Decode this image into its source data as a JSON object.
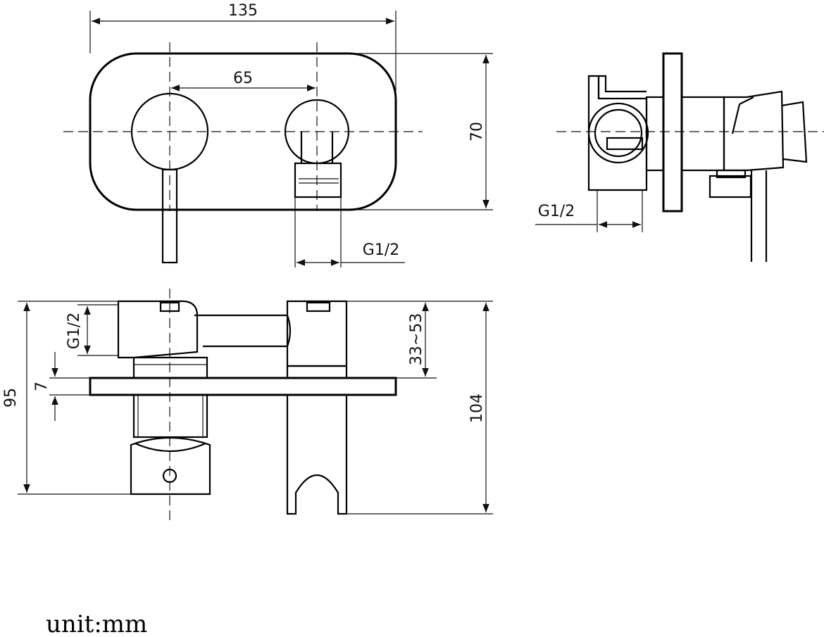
{
  "views": {
    "front": {
      "dims": {
        "width": "135",
        "spacing": "65",
        "height": "70",
        "thread": "G1/2"
      }
    },
    "side": {
      "dims": {
        "thread": "G1/2"
      }
    },
    "top": {
      "dims": {
        "depth_total": "95",
        "thread": "G1/2",
        "plate": "7",
        "adjust": "33~53",
        "holder": "104"
      }
    }
  },
  "unit_label": "unit:mm",
  "colors": {
    "line": "#000000",
    "background": "#ffffff"
  }
}
